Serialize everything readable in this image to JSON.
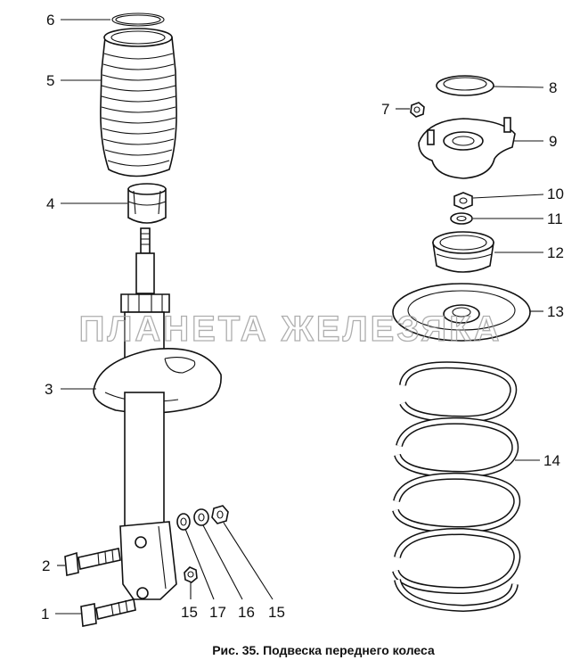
{
  "labels": {
    "p1": "1",
    "p2": "2",
    "p3": "3",
    "p4": "4",
    "p5": "5",
    "p6": "6",
    "p7": "7",
    "p8": "8",
    "p9": "9",
    "p10": "10",
    "p11": "11",
    "p12": "12",
    "p13": "13",
    "p14": "14",
    "p15a": "15",
    "p15b": "15",
    "p16": "16",
    "p17": "17"
  },
  "watermark": "ПЛАНЕТА ЖЕЛЕЗЯКА",
  "caption": "Рис. 35. Подвеска переднего колеса"
}
